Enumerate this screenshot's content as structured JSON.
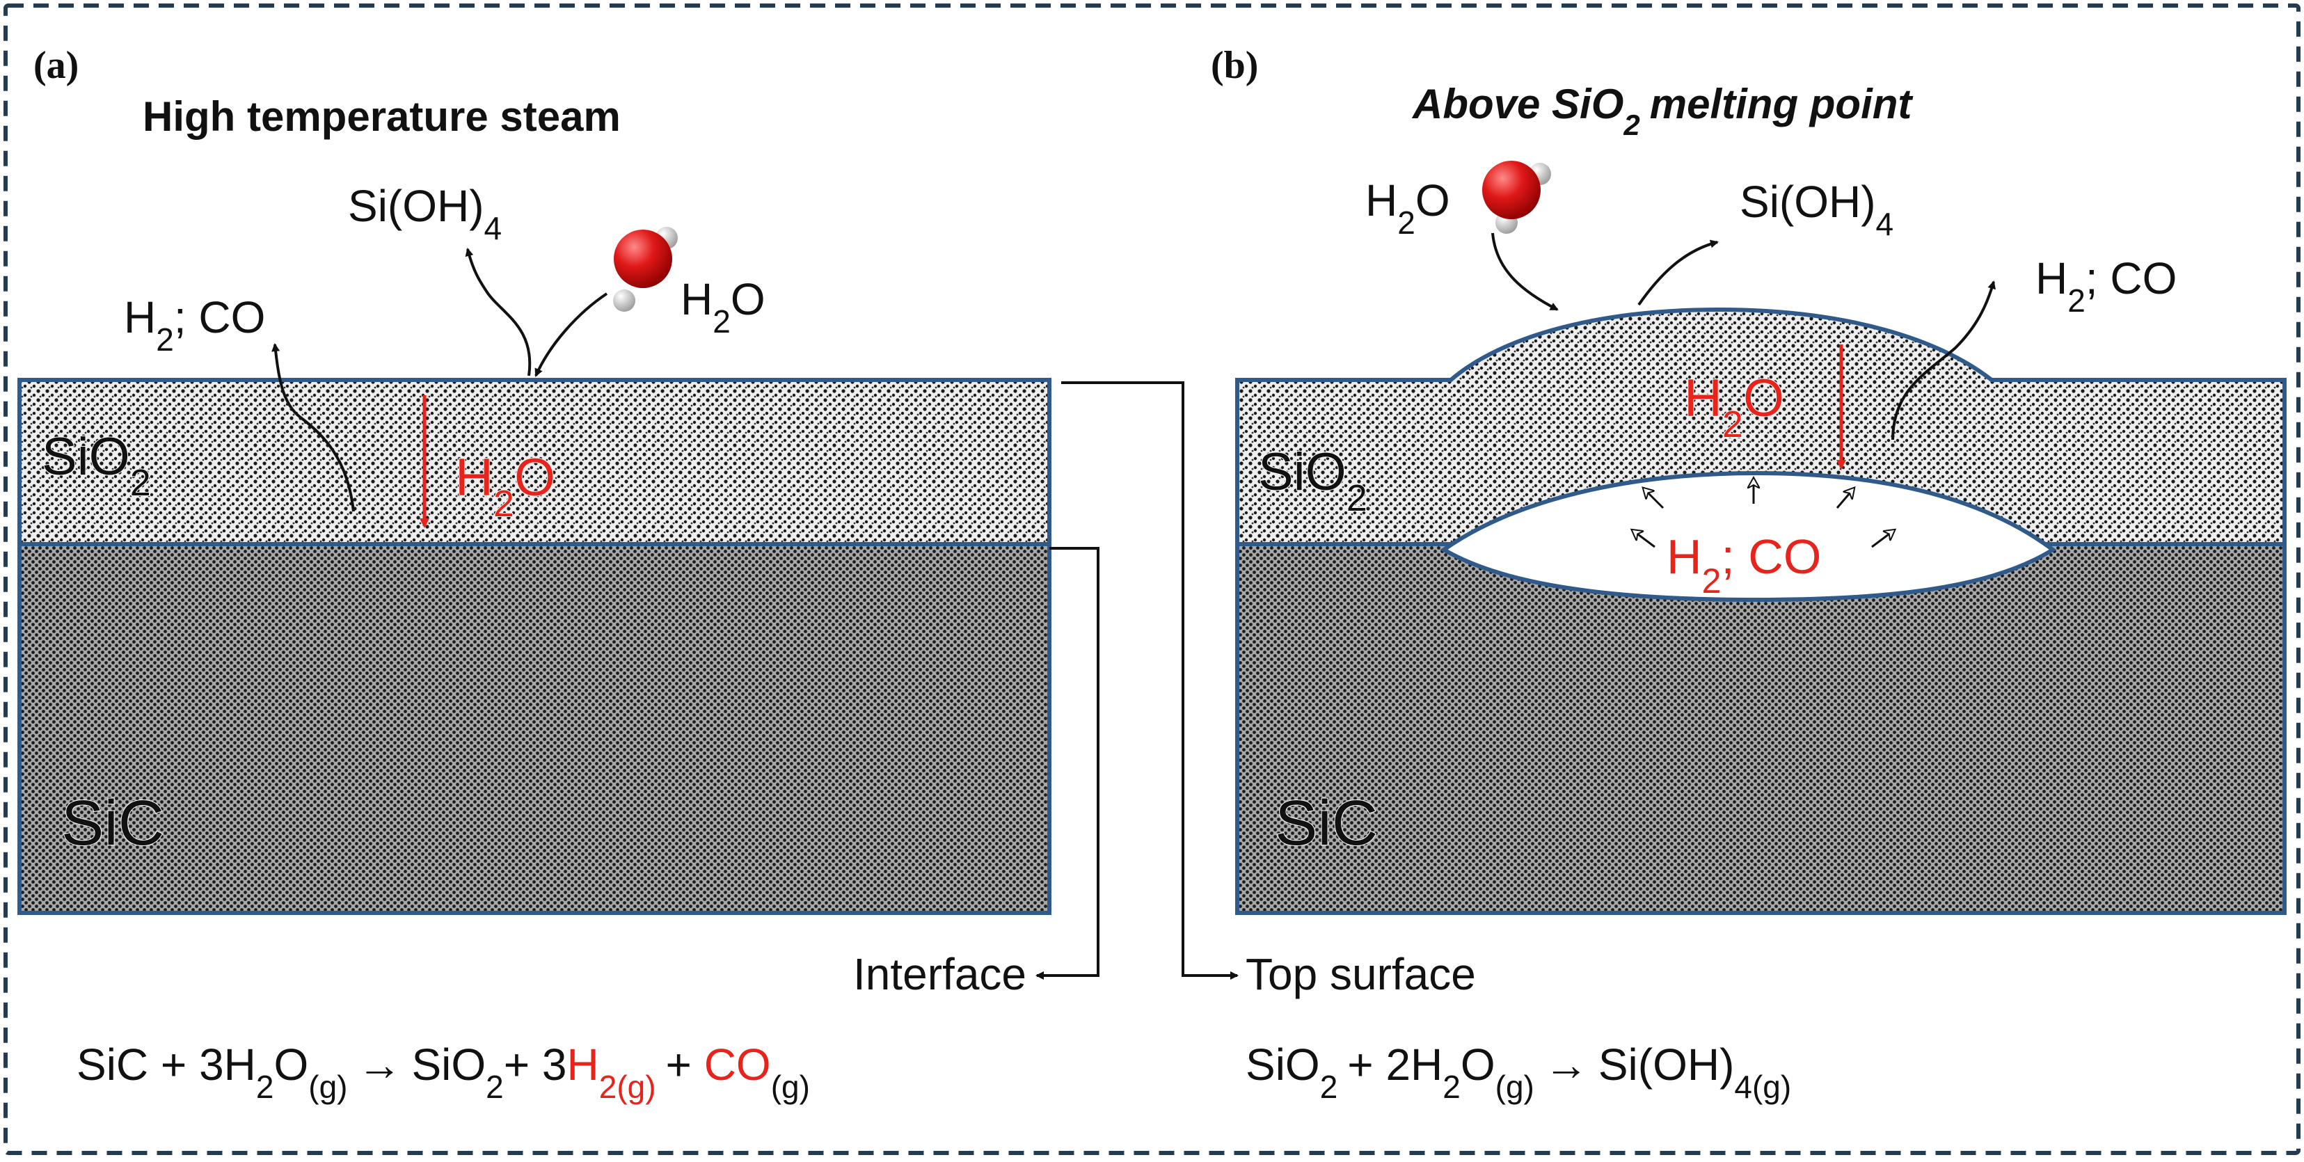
{
  "colors": {
    "frame": "#233c52",
    "layer_outline": "#2f5a8a",
    "oxide_fill": "#eeeeee",
    "carbide_fill": "#9a9a9a",
    "red_text": "#e8231c",
    "black_text": "#111111",
    "bubble_fill": "#ffffff",
    "water_oxygen": "#d41515",
    "water_hydrogen": "#d9d9d9"
  },
  "panel_a": {
    "label": "(a)",
    "title": "High temperature steam",
    "siohx": "Si(OH)",
    "siohx_sub": "4",
    "h2o_base": "H",
    "h2o_sub": "2",
    "h2o_tail": "O",
    "h2co_base": "H",
    "h2co_sub": "2",
    "h2co_tail": "; CO",
    "oxide_base": "SiO",
    "oxide_sub": "2",
    "inner_h2o_base": "H",
    "inner_h2o_sub": "2",
    "inner_h2o_tail": "O",
    "carbide_label": "SiC",
    "callout": "Interface",
    "eq_part1": "SiC + 3H",
    "eq_sub1": "2",
    "eq_part2": "O",
    "eq_sub2": "(g)",
    "eq_arrow": "→",
    "eq_part3": "SiO",
    "eq_sub3": "2",
    "eq_part4": "+ 3",
    "eq_red1": "H",
    "eq_red1_sub": "2(g)",
    "eq_part5": "+ ",
    "eq_red2": "CO",
    "eq_sub5": "(g)"
  },
  "panel_b": {
    "label": "(b)",
    "title_part1": "Above SiO",
    "title_sub": "2",
    "title_part2": "melting point",
    "h2o_base": "H",
    "h2o_sub": "2",
    "h2o_tail": "O",
    "siohx": "Si(OH)",
    "siohx_sub": "4",
    "h2co_base": "H",
    "h2co_sub": "2",
    "h2co_tail": "; CO",
    "oxide_base": "SiO",
    "oxide_sub": "2",
    "inner_h2o_base": "H",
    "inner_h2o_sub": "2",
    "inner_h2o_tail": "O",
    "bubble_base": "H",
    "bubble_sub": "2",
    "bubble_tail": "; CO",
    "carbide_label": "SiC",
    "callout": "Top surface",
    "eq_part1": "SiO",
    "eq_sub1": "2",
    "eq_part2": "+ 2H",
    "eq_sub2": "2",
    "eq_part3": "O",
    "eq_sub3": "(g)",
    "eq_arrow": "→",
    "eq_part4": "Si(OH)",
    "eq_sub4": "4(g)"
  }
}
